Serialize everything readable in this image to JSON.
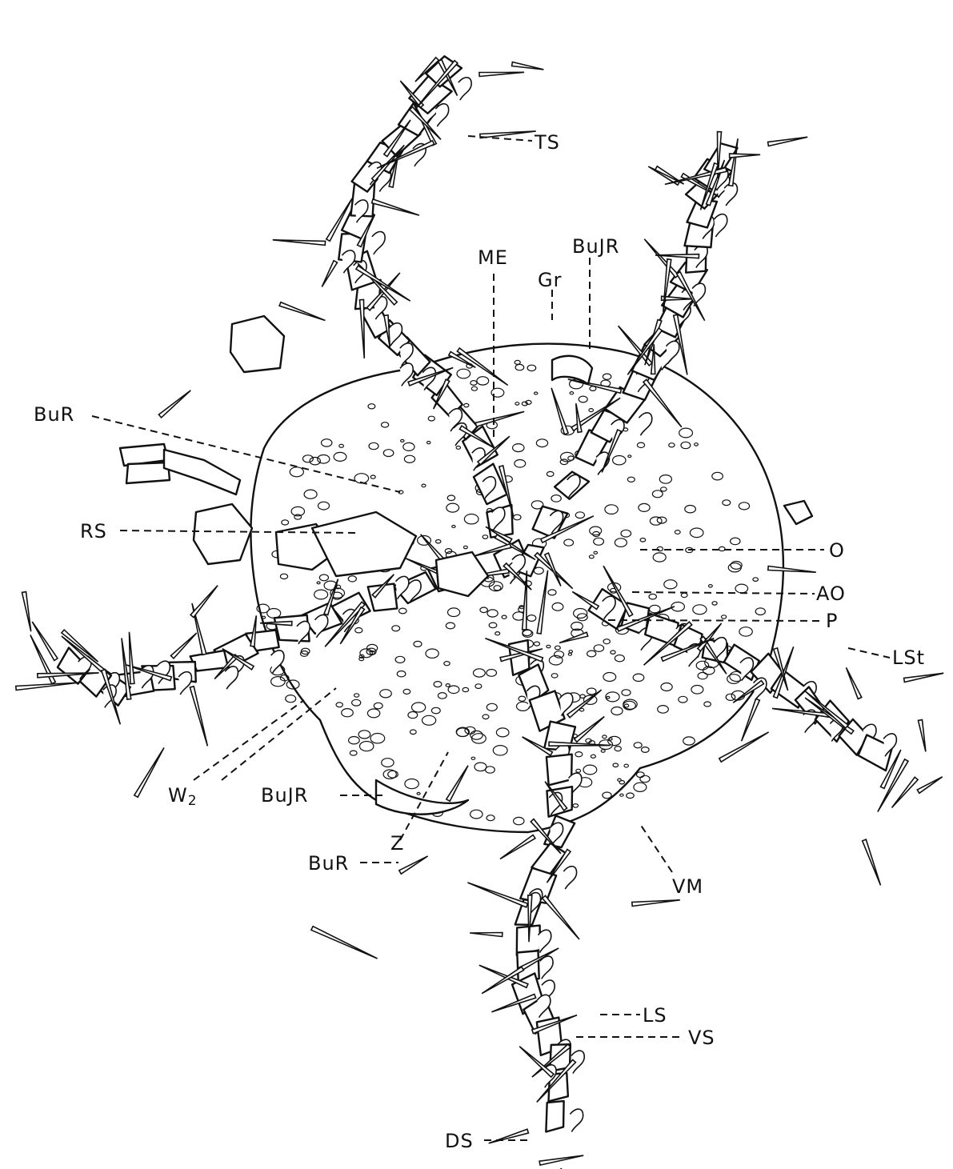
{
  "labels": {
    "ts": "TS",
    "me": "ME",
    "gr": "Gr",
    "bujr_top": "BuJR",
    "bur_left": "BuR",
    "rs": "RS",
    "o": "O",
    "ao": "AO",
    "p": "P",
    "lst": "LSt",
    "w2": "W",
    "w2_sub": "2",
    "bujr_bottom": "BuJR",
    "z": "Z",
    "bur_bottom": "BuR",
    "vm": "VM",
    "ls": "LS",
    "vs": "VS",
    "ds": "DS"
  }
}
